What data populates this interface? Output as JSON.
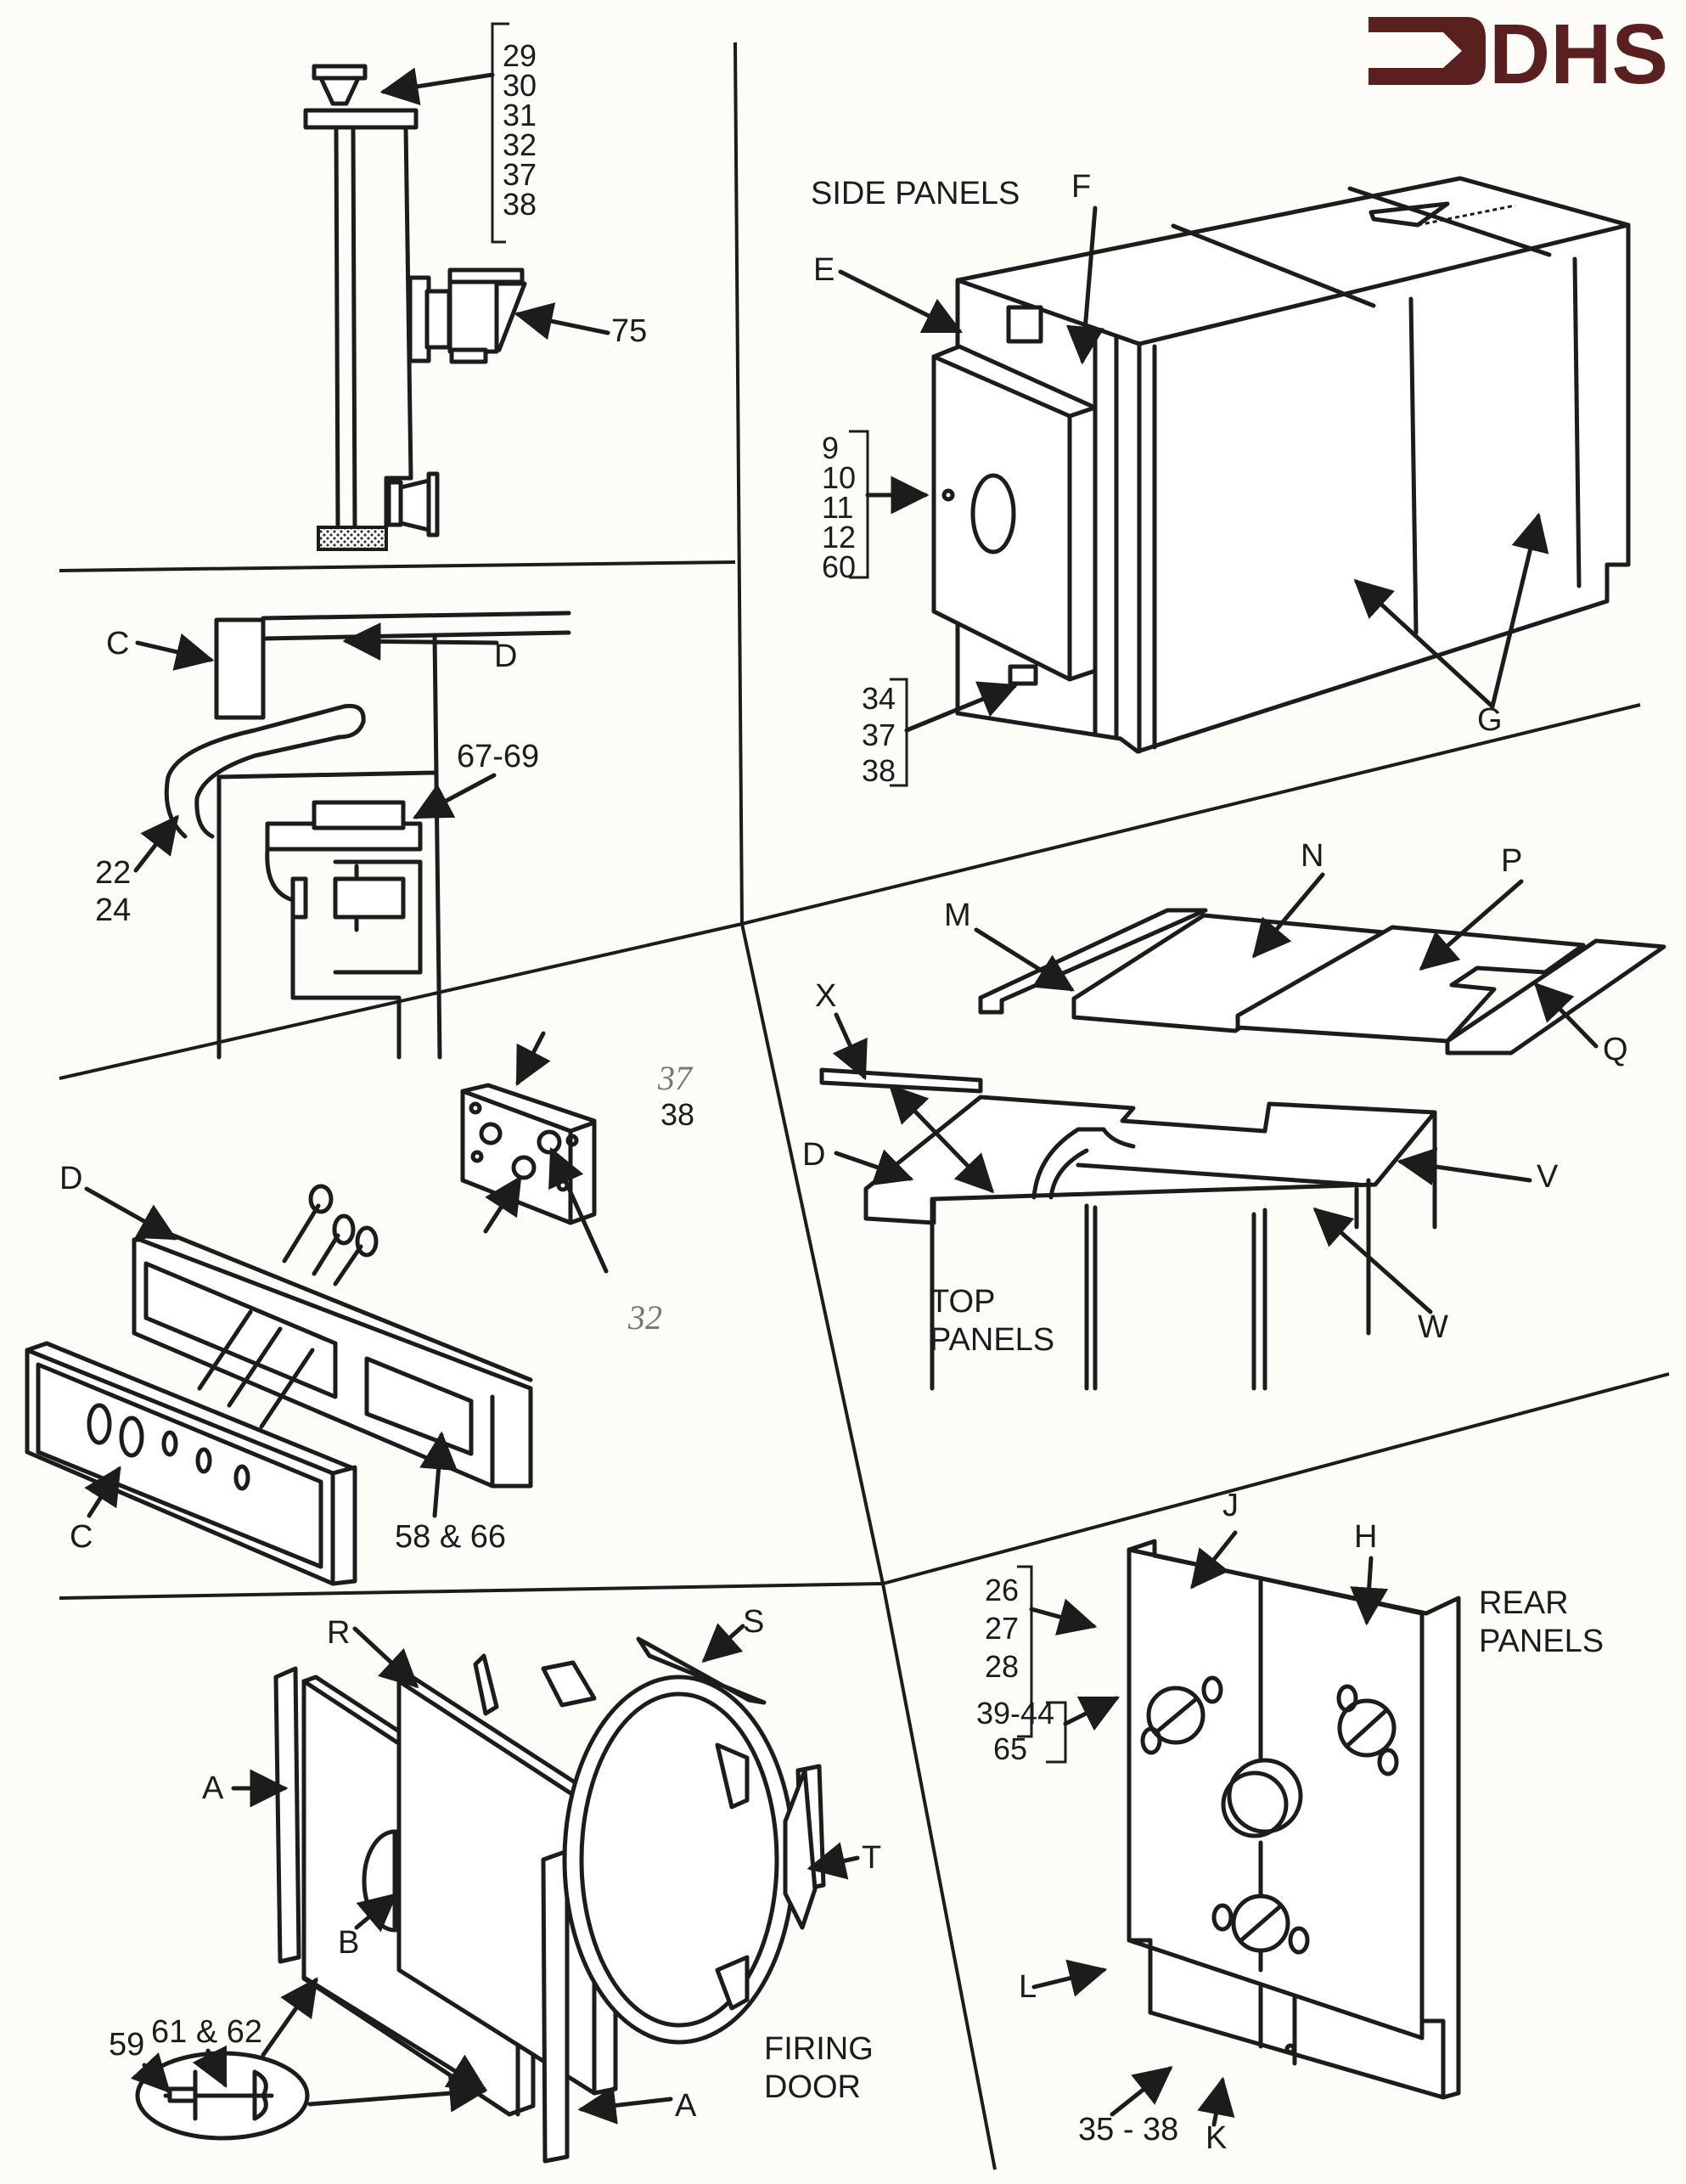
{
  "logo": {
    "text": "DHS",
    "color": "#5a1f1f"
  },
  "sections": {
    "flue": {
      "callouts": [
        "29",
        "30",
        "31",
        "32",
        "37",
        "38"
      ],
      "part_75": "75"
    },
    "side_panels": {
      "title": "SIDE PANELS",
      "E": "E",
      "F": "F",
      "G": "G",
      "group_door": [
        "9",
        "10",
        "11",
        "12",
        "60"
      ],
      "group_bottom": [
        "34",
        "37",
        "38"
      ]
    },
    "control_detail": {
      "C": "C",
      "D": "D",
      "part_67_69": "67-69",
      "part_22": "22",
      "part_24": "24"
    },
    "control_panel": {
      "D": "D",
      "C": "C",
      "part_58_66": "58 & 66",
      "part_37": "37",
      "part_38": "38",
      "part_32": "32"
    },
    "top_panels": {
      "title_line1": "TOP",
      "title_line2": "PANELS",
      "M": "M",
      "N": "N",
      "P": "P",
      "Q": "Q",
      "X": "X",
      "D": "D",
      "V": "V",
      "W": "W"
    },
    "firing_door": {
      "title_line1": "FIRING",
      "title_line2": "DOOR",
      "R": "R",
      "S": "S",
      "T": "T",
      "A_left": "A",
      "A_right": "A",
      "B": "B",
      "part_61_62": "61 & 62",
      "part_59": "59"
    },
    "rear_panels": {
      "title_line1": "REAR",
      "title_line2": "PANELS",
      "J": "J",
      "H": "H",
      "L": "L",
      "K": "K",
      "group_upper": [
        "26",
        "27",
        "28"
      ],
      "group_mid_line1": "39-44",
      "group_mid_line2": "65",
      "part_35_38": "35 - 38"
    }
  }
}
